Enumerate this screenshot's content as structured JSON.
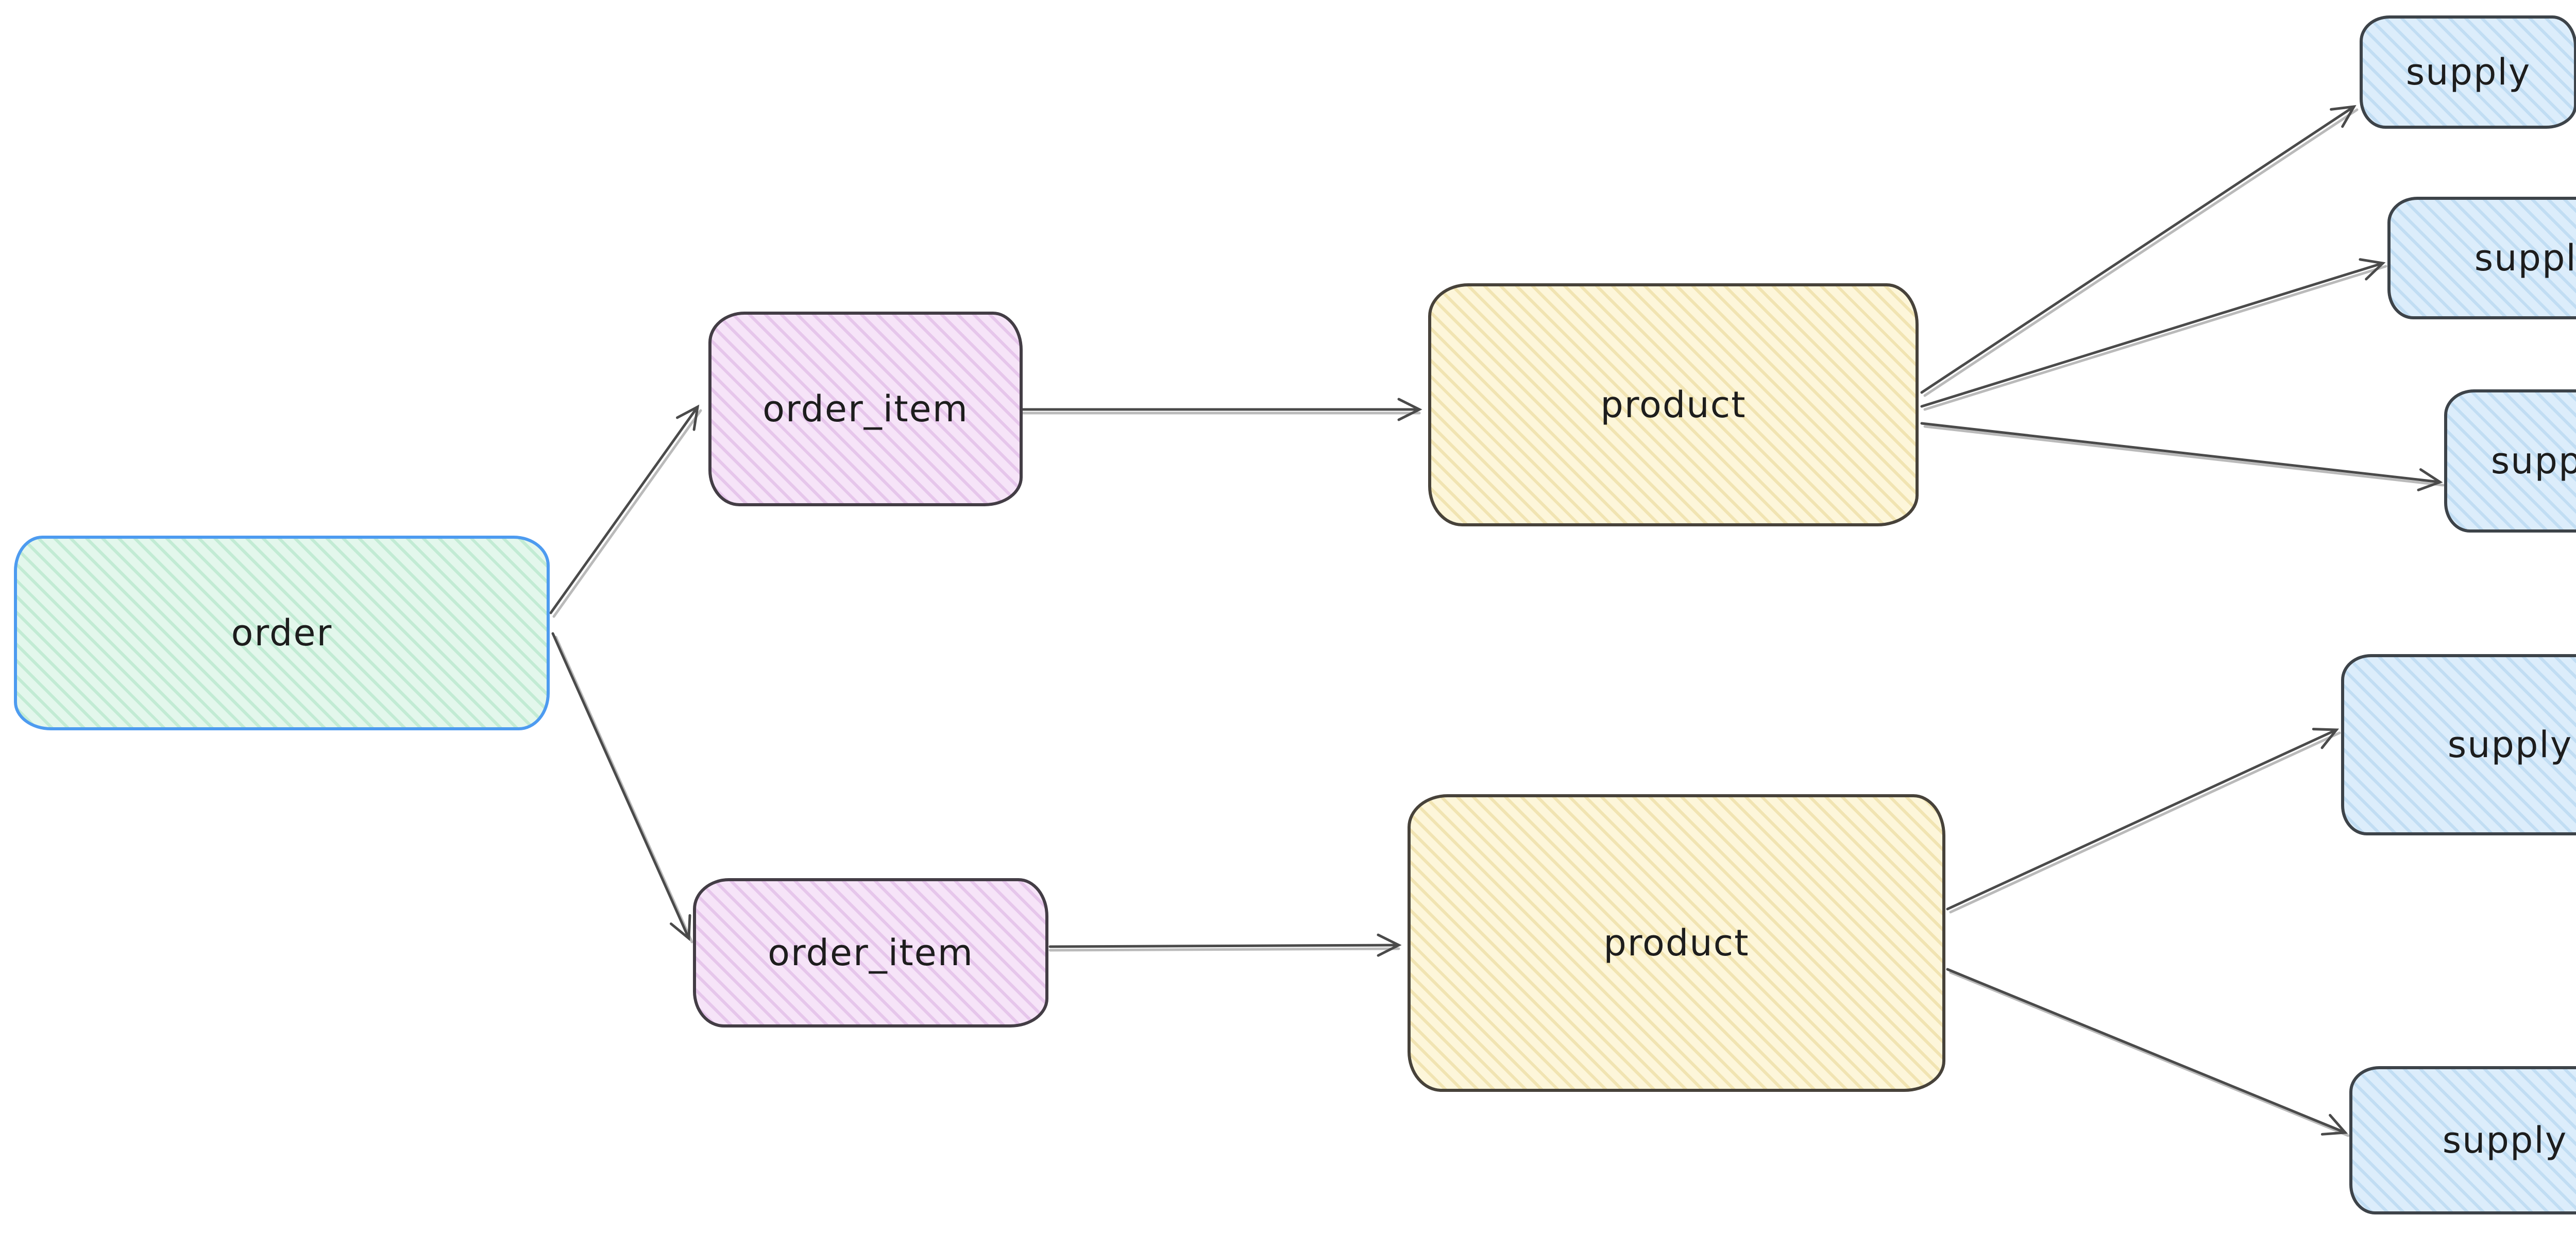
{
  "diagram": {
    "nodes": [
      {
        "id": "order",
        "label": "order",
        "kind": "order"
      },
      {
        "id": "order-item-1",
        "label": "order_item",
        "kind": "order_item"
      },
      {
        "id": "order-item-2",
        "label": "order_item",
        "kind": "order_item"
      },
      {
        "id": "product-1",
        "label": "product",
        "kind": "product"
      },
      {
        "id": "product-2",
        "label": "product",
        "kind": "product"
      },
      {
        "id": "supply-1",
        "label": "supply",
        "kind": "supply"
      },
      {
        "id": "supply-2",
        "label": "supply",
        "kind": "supply"
      },
      {
        "id": "supply-3",
        "label": "supply",
        "kind": "supply"
      },
      {
        "id": "supply-4",
        "label": "supply",
        "kind": "supply"
      },
      {
        "id": "supply-5",
        "label": "supply",
        "kind": "supply"
      }
    ],
    "edges": [
      {
        "from": "order",
        "to": "order-item-1"
      },
      {
        "from": "order",
        "to": "order-item-2"
      },
      {
        "from": "order-item-1",
        "to": "product-1"
      },
      {
        "from": "order-item-2",
        "to": "product-2"
      },
      {
        "from": "product-1",
        "to": "supply-1"
      },
      {
        "from": "product-1",
        "to": "supply-2"
      },
      {
        "from": "product-1",
        "to": "supply-3"
      },
      {
        "from": "product-2",
        "to": "supply-4"
      },
      {
        "from": "product-2",
        "to": "supply-5"
      }
    ],
    "colors": {
      "canvas_bg": "#ffffff",
      "order_fill": "#e3f7ec",
      "order_hatch": "#c2ebd4",
      "order_border": "#4d9bf0",
      "order_item_fill": "#f6e4f8",
      "order_item_hatch": "#e6c6eb",
      "order_item_border": "#433d45",
      "product_fill": "#fdf6da",
      "product_hatch": "#f1e4b2",
      "product_border": "#47423a",
      "supply_fill": "#dcedfb",
      "supply_hatch": "#c1ddf3",
      "supply_border": "#3d4349",
      "edge_stroke": "#4a4a4a",
      "label_color": "#1d1d1d"
    }
  }
}
